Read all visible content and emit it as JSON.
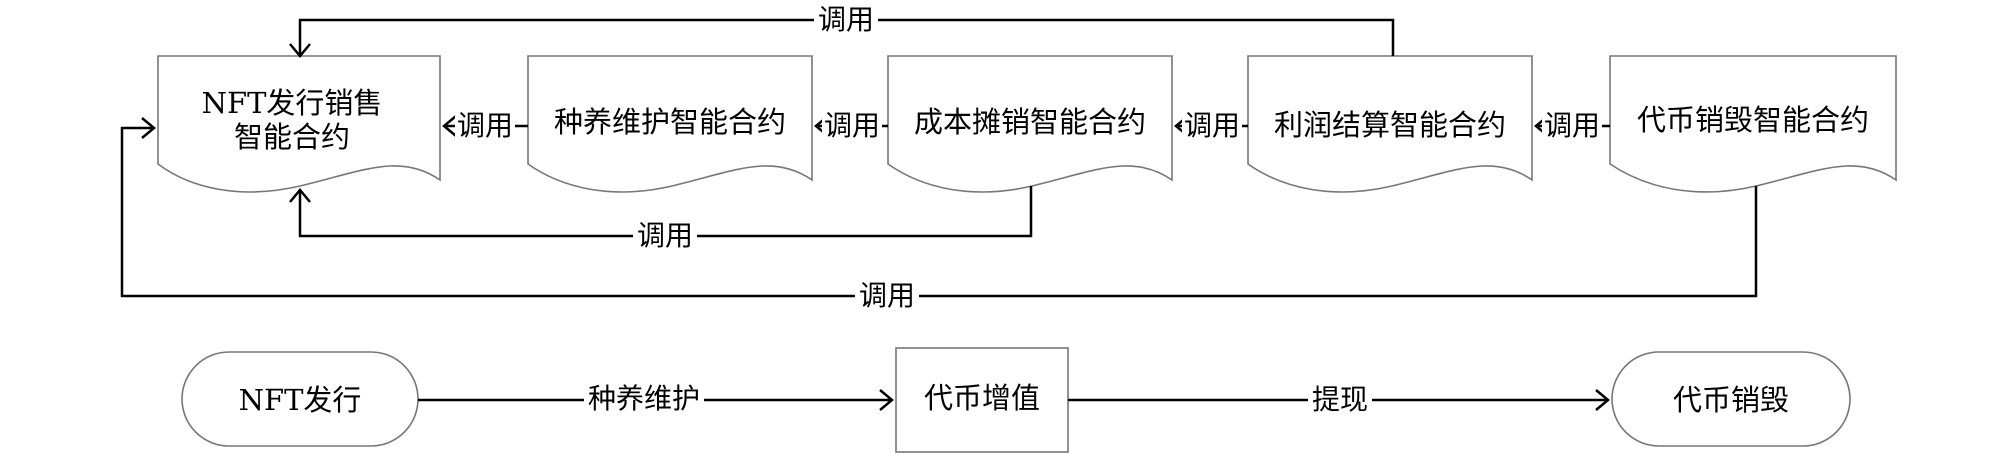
{
  "contracts": [
    {
      "id": "nft",
      "label": "NFT发行销售\n智能合约"
    },
    {
      "id": "breed",
      "label": "种养维护智能合约"
    },
    {
      "id": "cost",
      "label": "成本摊销智能合约"
    },
    {
      "id": "profit",
      "label": "利润结算智能合约"
    },
    {
      "id": "burn",
      "label": "代币销毁智能合约"
    }
  ],
  "call_label": "调用",
  "edges": [
    {
      "from": "breed",
      "to": "nft",
      "label": "调用"
    },
    {
      "from": "cost",
      "to": "breed",
      "label": "调用"
    },
    {
      "from": "profit",
      "to": "cost",
      "label": "调用"
    },
    {
      "from": "burn",
      "to": "profit",
      "label": "调用"
    },
    {
      "from": "profit",
      "to": "nft",
      "label": "调用"
    },
    {
      "from": "cost",
      "to": "nft",
      "label": "调用"
    },
    {
      "from": "burn",
      "to": "nft",
      "label": "调用"
    }
  ],
  "flow": {
    "steps": [
      "NFT发行",
      "代币增值",
      "代币销毁"
    ],
    "transitions": [
      "种养维护",
      "提现"
    ]
  }
}
